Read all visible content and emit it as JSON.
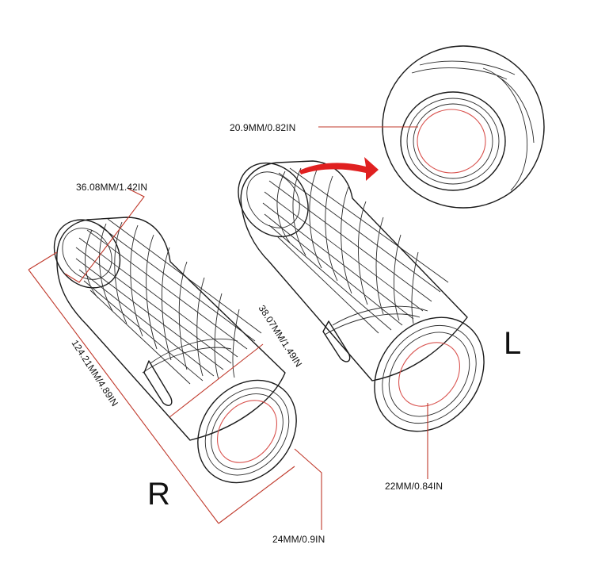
{
  "labels": {
    "end_inner_diameter": "20.9MM/0.82IN",
    "end_outer_diameter": "36.08MM/1.42IN",
    "body_diameter": "38.07MM/1.49IN",
    "length": "124.21MM/4.89IN",
    "left_bore": "22MM/0.84IN",
    "right_bore": "24MM/0.9IN"
  },
  "sides": {
    "left": "L",
    "right": "R"
  },
  "colors": {
    "outline": "#1a1a1a",
    "dimension_line": "#c0392b",
    "arrow": "#e02020"
  }
}
